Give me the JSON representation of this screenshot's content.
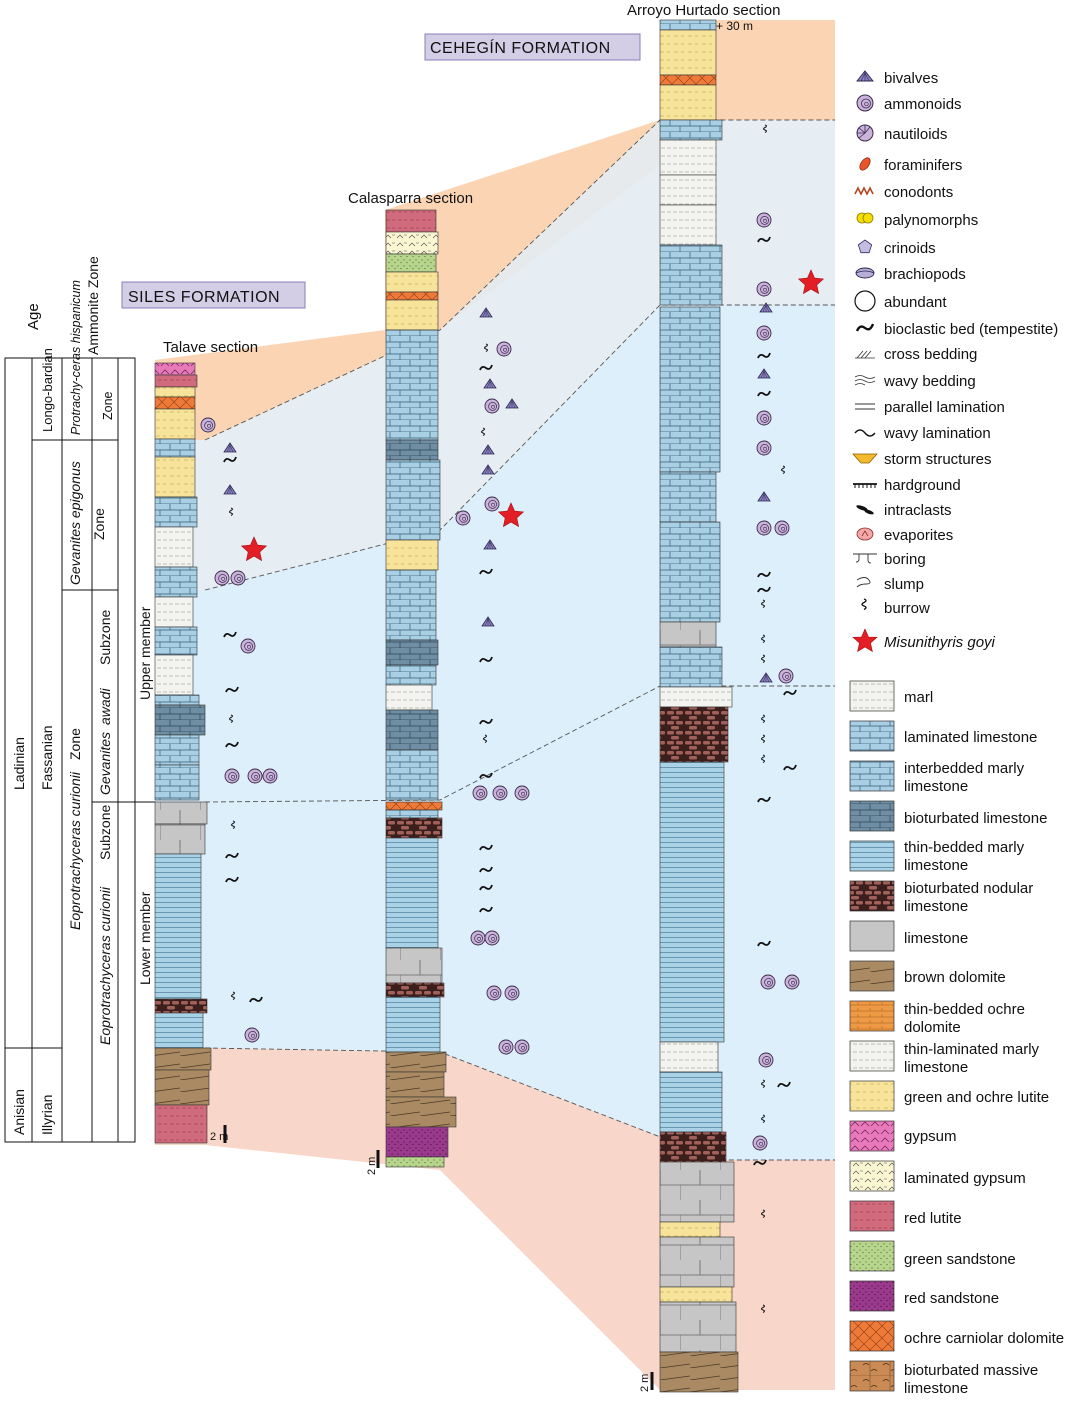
{
  "sections": {
    "talave": "Talave section",
    "calasparra": "Calasparra section",
    "arroyo": "Arroyo Hurtado section"
  },
  "formations": {
    "siles": "SILES FORMATION",
    "cehegin": "CEHEGÍN FORMATION"
  },
  "top_mark": "+ 30 m",
  "scale": "2 m",
  "strat": {
    "age_header": "Age",
    "ammonite_header": "Ammonite Zone",
    "stages": {
      "ladinian": "Ladinian",
      "anisian": "Anisian"
    },
    "substages": {
      "longobardian": "Longo-bardian",
      "fassanian": "Fassanian",
      "illyrian": "Illyrian"
    },
    "zones": {
      "protrachyceras_italic": "Protrachy-ceras hispanicum",
      "protrachyceras_zone": "Zone",
      "gevanites_italic": "Gevanites epigonus",
      "gevanites_zone": "Zone",
      "eoprotrachyceras_italic": "Eoprotrachyceras curionii",
      "eoprotrachyceras_zone": "Zone"
    },
    "subzones": {
      "awadi_italic_a": "Gevanites",
      "awadi_italic_b": "awadi",
      "awadi_suffix": "Subzone",
      "curionii_italic": "Eoprotrachyceras curionii",
      "curionii_suffix": "Subzone"
    },
    "members": {
      "upper": "Upper member",
      "lower": "Lower member"
    }
  },
  "legend_symbols": [
    {
      "label": "bivalves",
      "icon": "bivalve-icon"
    },
    {
      "label": "ammonoids",
      "icon": "ammonoid-icon"
    },
    {
      "label": "nautiloids",
      "icon": "nautiloid-icon"
    },
    {
      "label": "foraminifers",
      "icon": "foraminifer-icon"
    },
    {
      "label": "conodonts",
      "icon": "conodont-icon"
    },
    {
      "label": "palynomorphs",
      "icon": "palynomorph-icon"
    },
    {
      "label": "crinoids",
      "icon": "crinoid-icon"
    },
    {
      "label": "brachiopods",
      "icon": "brachiopod-icon"
    },
    {
      "label": "abundant",
      "icon": "abundant-icon"
    },
    {
      "label": "bioclastic bed (tempestite)",
      "icon": "tempestite-icon"
    },
    {
      "label": "cross bedding",
      "icon": "cross-bedding-icon"
    },
    {
      "label": "wavy bedding",
      "icon": "wavy-bedding-icon"
    },
    {
      "label": "parallel lamination",
      "icon": "parallel-lamination-icon"
    },
    {
      "label": "wavy lamination",
      "icon": "wavy-lamination-icon"
    },
    {
      "label": "storm structures",
      "icon": "storm-structure-icon"
    },
    {
      "label": "hardground",
      "icon": "hardground-icon"
    },
    {
      "label": "intraclasts",
      "icon": "intraclast-icon"
    },
    {
      "label": "evaporites",
      "icon": "evaporite-icon"
    },
    {
      "label": "boring",
      "icon": "boring-icon"
    },
    {
      "label": "slump",
      "icon": "slump-icon"
    },
    {
      "label": "burrow",
      "icon": "burrow-icon"
    },
    {
      "label": "Misunithyris goyi",
      "icon": "star-icon"
    }
  ],
  "legend_lithology": [
    {
      "label": "marl",
      "color": "#f3f3ef"
    },
    {
      "label": "laminated limestone",
      "color": "#a8cfe3"
    },
    {
      "label": "interbedded marly limestone",
      "color": "#b5dbe8"
    },
    {
      "label": "bioturbated limestone",
      "color": "#6f8ea3"
    },
    {
      "label": "thin-bedded marly limestone",
      "color": "#a9d2e6"
    },
    {
      "label": "bioturbated nodular limestone",
      "color": "#7a4640"
    },
    {
      "label": "limestone",
      "color": "#c6c6c6"
    },
    {
      "label": "brown dolomite",
      "color": "#a98a62"
    },
    {
      "label": "thin-bedded ochre dolomite",
      "color": "#ee9a45"
    },
    {
      "label": "thin-laminated marly limestone",
      "color": "#ebebe6"
    },
    {
      "label": "green and ochre lutite",
      "color": "#f7e39a"
    },
    {
      "label": "gypsum",
      "color": "#e87ab9"
    },
    {
      "label": "laminated gypsum",
      "color": "#fbf6d2"
    },
    {
      "label": "red lutite",
      "color": "#cf6b7c"
    },
    {
      "label": "green sandstone",
      "color": "#b7d58c"
    },
    {
      "label": "red sandstone",
      "color": "#9b3a8d"
    },
    {
      "label": "ochre carniolar dolomite",
      "color": "#ee7a3a"
    },
    {
      "label": "bioturbated massive limestone",
      "color": "#c98a55"
    }
  ]
}
